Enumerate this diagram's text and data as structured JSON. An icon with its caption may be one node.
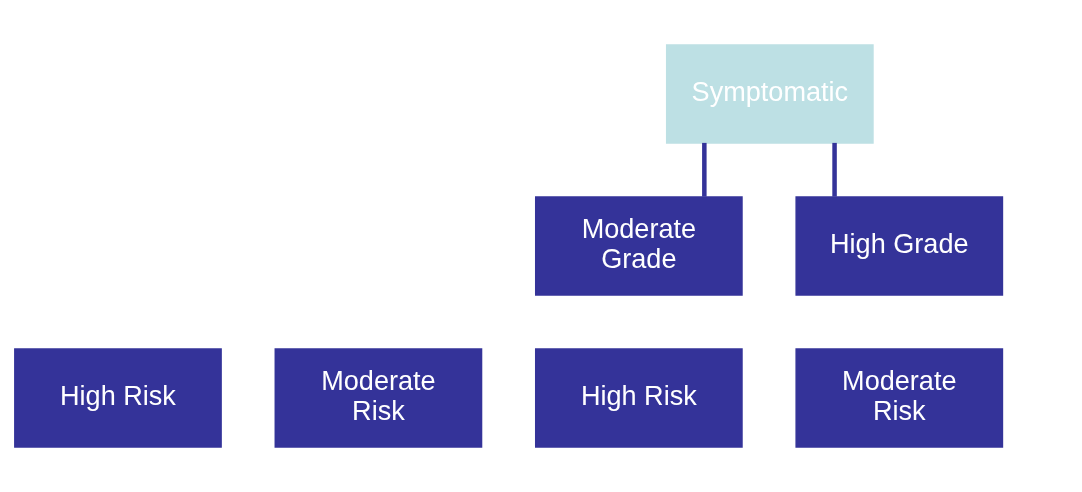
{
  "diagram": {
    "nodes": [
      {
        "text": [
          "Symptomatic"
        ]
      },
      {
        "text": [
          "Moderate Grade"
        ]
      },
      {
        "text": [
          "High Grade"
        ]
      },
      {
        "text": [
          "High Risk"
        ]
      },
      {
        "text": [
          "Moderate Risk"
        ]
      },
      {
        "text": [
          "High Risk"
        ]
      },
      {
        "text": [
          "Moderate Risk"
        ]
      }
    ],
    "edges": [
      {
        "from": 0,
        "to": 1,
        "arrow": "none"
      },
      {
        "from": 0,
        "to": 2,
        "arrow": "none"
      }
    ]
  }
}
